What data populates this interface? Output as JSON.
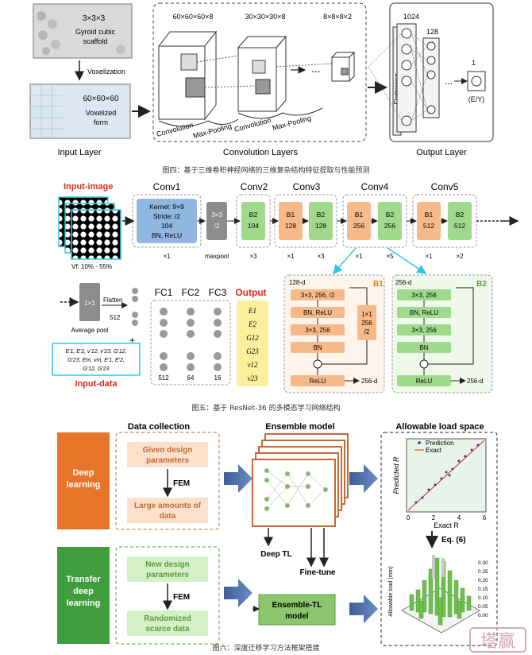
{
  "fig4": {
    "scaffold_size": "3×3×3",
    "scaffold_label": [
      "Gyroid cubic",
      "scaffold"
    ],
    "voxelization": "Voxelization",
    "voxel_size": "60×60×60",
    "voxel_label": [
      "Voxelized",
      "form"
    ],
    "input_layer": "Input Layer",
    "dims": [
      "60×60×60×8",
      "30×30×30×8",
      "8×8×8×2"
    ],
    "ops": [
      "Convolution",
      "Max-Pooling",
      "Convolution",
      "Max-Pooling"
    ],
    "ellipsis": "...",
    "conv_layers": "Convolution Layers",
    "flattening": "Flattening",
    "neurons": [
      "1024",
      "128",
      "1"
    ],
    "output_unit": "(E/Y)",
    "output_layer": "Output Layer",
    "caption": "图四：基于三维卷积神经网络的三维复杂结构特征提取与性能预测"
  },
  "fig5": {
    "input_image": "Input-image",
    "vf": "Vf: 10% - 55%",
    "conv_titles": [
      "Conv1",
      "Conv2",
      "Conv3",
      "Conv4",
      "Conv5"
    ],
    "conv1_block": [
      "Kernel: 9×9",
      "Stride: /2",
      "104",
      "BN, ReLU"
    ],
    "maxpool_block": [
      "3×3",
      "/2"
    ],
    "maxpool": "maxpool",
    "blocks": [
      [
        "B2",
        "104"
      ],
      [
        "B1",
        "128"
      ],
      [
        "B2",
        "128"
      ],
      [
        "B1",
        "256"
      ],
      [
        "B2",
        "256"
      ],
      [
        "B1",
        "512"
      ],
      [
        "B2",
        "512"
      ]
    ],
    "multipliers": [
      "×1",
      "×3",
      "×1",
      "×3",
      "×1",
      "×5",
      "×1",
      "×2"
    ],
    "b1": {
      "title": "B1",
      "in": "128-d",
      "l1": "3×3, 256, /2",
      "l2": "BN, ReLU",
      "l3": "3×3, 256",
      "l4": "BN",
      "shortcut": [
        "1×1",
        "256",
        "/2"
      ],
      "relu": "ReLU",
      "out": "256-d"
    },
    "b2": {
      "title": "B2",
      "in": "256-d",
      "l1": "3×3, 256",
      "l2": "BN, ReLU",
      "l3": "3×3, 256",
      "l4": "BN",
      "relu": "ReLU",
      "out": "256-d"
    },
    "pool_block": "1×1",
    "avg_pool": "Average pool",
    "flatten": "Flatten",
    "flatten_n": "512",
    "fc_titles": [
      "FC1",
      "FC2",
      "FC3"
    ],
    "fc_n": [
      "512",
      "64",
      "16"
    ],
    "output": "Output",
    "output_items": [
      "E1",
      "E2",
      "G12",
      "G23",
      "ν12",
      "ν23"
    ],
    "input_data_lines": [
      "E'1, E'2, ν'12, ν'23, G'12,",
      "G'23, Em, νm, E'1, E'2,",
      "G'12, G'23"
    ],
    "input_data": "Input-data",
    "caption": "图五：基于 ResNet-36 的多模态学习网络结构"
  },
  "fig6": {
    "col_titles": [
      "Data collection",
      "Ensemble model",
      "Allowable load space"
    ],
    "deep_learning": [
      "Deep",
      "learning"
    ],
    "transfer": [
      "Transfer",
      "deep",
      "learning"
    ],
    "given": [
      "Given design",
      "parameters"
    ],
    "fem": "FEM",
    "large": [
      "Large amounts of",
      "data"
    ],
    "new": [
      "New design",
      "parameters"
    ],
    "randomized": [
      "Randomized",
      "scarce data"
    ],
    "deep_tl": "Deep TL",
    "fine_tune": "Fine-tune",
    "ensemble_tl": [
      "Ensemble-TL",
      "model"
    ],
    "legend": [
      "Prediction",
      "Exact"
    ],
    "eq": "Eq. (6)",
    "scatter_ylabel": "Predicted R",
    "scatter_xlabel": "Exact R",
    "scatter_ticks": [
      "0",
      "2",
      "4",
      "6"
    ],
    "bar_ylabel": "Allowable load (mm)",
    "bar_ticks": [
      "0.30",
      "0.25",
      "0.20",
      "0.15",
      "0.10",
      "0.05",
      "0.00"
    ],
    "caption": "图六：深度迁移学习方法框架搭建"
  },
  "watermark": "塔赢",
  "colors": {
    "orange": "#f6b98a",
    "green": "#9ed98c",
    "blue": "#8fb7df",
    "gray": "#8c8c8c",
    "darkgreen": "#5a9e3c",
    "red": "#e0281b",
    "cyan": "#33c6e0"
  }
}
